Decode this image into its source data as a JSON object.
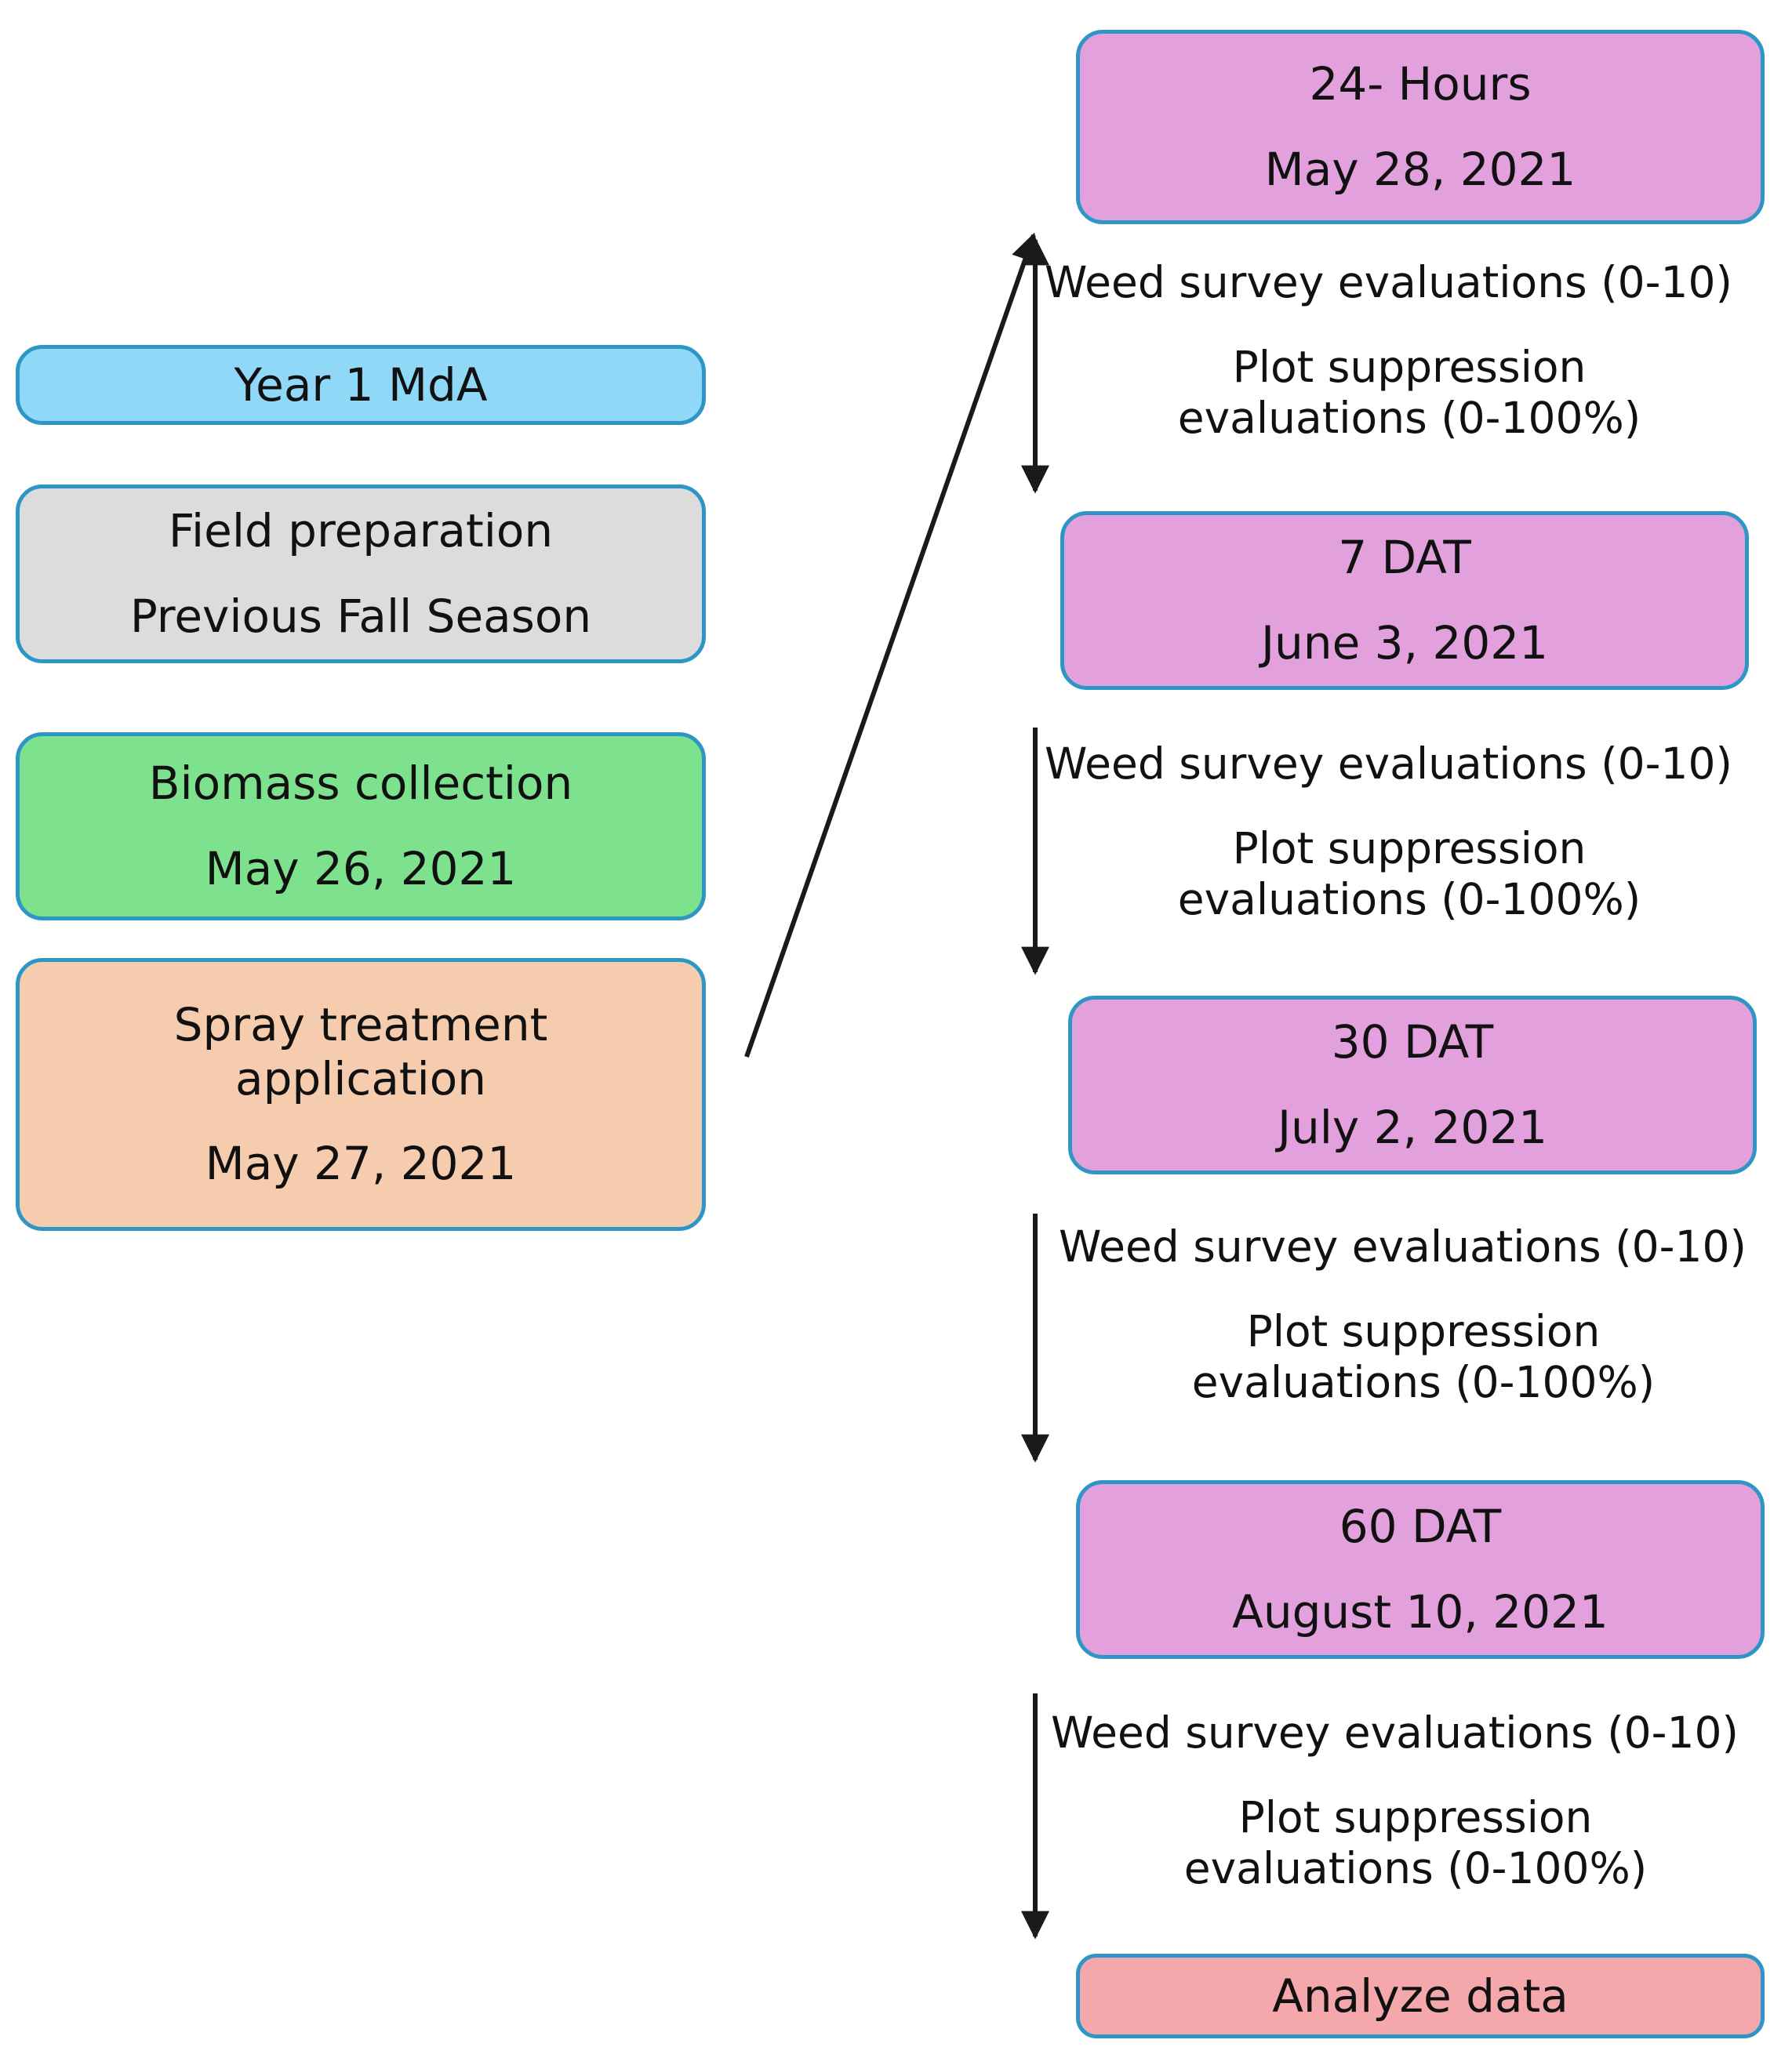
{
  "diagram": {
    "title": "Year 1 MdA experimental timeline flowchart",
    "colors": {
      "border": "#2E96C4",
      "blue": "#90D8F8",
      "gray": "#DCDCDC",
      "green": "#7EE18E",
      "peach": "#F5CDAE",
      "pink": "#E2A0DC",
      "salmon": "#F4A8AC",
      "arrow": "#1A1A1A"
    },
    "left_column": [
      {
        "id": "year1",
        "line1": "Year 1 MdA",
        "line2": "",
        "fill": "#90D8F8"
      },
      {
        "id": "fieldprep",
        "line1": "Field preparation",
        "line2": "Previous Fall Season",
        "fill": "#DCDCDC"
      },
      {
        "id": "biomass",
        "line1": "Biomass collection",
        "line2": "May 26, 2021",
        "fill": "#7EE18E"
      },
      {
        "id": "spray",
        "line1": "Spray treatment",
        "line1b": "application",
        "line2": "May 27, 2021",
        "fill": "#F5CDAE"
      }
    ],
    "right_column": [
      {
        "id": "h24",
        "line1": "24- Hours",
        "line2": "May 28, 2021",
        "fill": "#E2A0DC"
      },
      {
        "id": "dat7",
        "line1": "7 DAT",
        "line2": "June 3, 2021",
        "fill": "#E2A0DC"
      },
      {
        "id": "dat30",
        "line1": "30 DAT",
        "line2": "July 2, 2021",
        "fill": "#E2A0DC"
      },
      {
        "id": "dat60",
        "line1": "60 DAT",
        "line2": "August 10, 2021",
        "fill": "#E2A0DC"
      },
      {
        "id": "analyze",
        "line1": "Analyze data",
        "line2": "",
        "fill": "#F4A8AC"
      }
    ],
    "edge_labels": [
      {
        "id": "edge1",
        "weed": "Weed survey evaluations (0-10)",
        "plot_l1": "Plot suppression",
        "plot_l2": "evaluations (0-100%)"
      },
      {
        "id": "edge2",
        "weed": "Weed survey evaluations (0-10)",
        "plot_l1": "Plot suppression",
        "plot_l2": "evaluations (0-100%)"
      },
      {
        "id": "edge3",
        "weed": "Weed survey evaluations (0-10)",
        "plot_l1": "Plot suppression",
        "plot_l2": "evaluations (0-100%)"
      },
      {
        "id": "edge4",
        "weed": "Weed survey evaluations (0-10)",
        "plot_l1": "Plot suppression",
        "plot_l2": "evaluations (0-100%)"
      }
    ]
  }
}
